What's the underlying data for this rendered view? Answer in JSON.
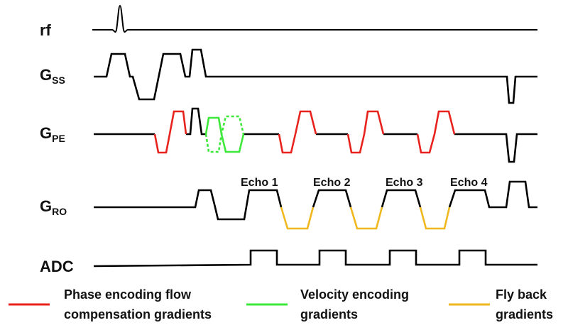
{
  "rows": {
    "rf": "rf",
    "gss": {
      "base": "G",
      "sub": "SS"
    },
    "gpe": {
      "base": "G",
      "sub": "PE"
    },
    "gro": {
      "base": "G",
      "sub": "RO"
    },
    "adc": "ADC"
  },
  "echoes": [
    "Echo 1",
    "Echo 2",
    "Echo 3",
    "Echo 4"
  ],
  "legend": [
    {
      "line1": "Phase encoding flow",
      "line2": "compensation gradients",
      "color": "#e8231e"
    },
    {
      "line1": "Velocity encoding",
      "line2": "gradients",
      "color": "#3ee83a"
    },
    {
      "line1": "Fly back",
      "line2": "gradients",
      "color": "#f0b81e"
    }
  ],
  "colors": {
    "trace": "#000000",
    "phase_flow_comp": "#e8231e",
    "velocity_enc": "#3ee83a",
    "fly_back": "#f0b81e"
  }
}
